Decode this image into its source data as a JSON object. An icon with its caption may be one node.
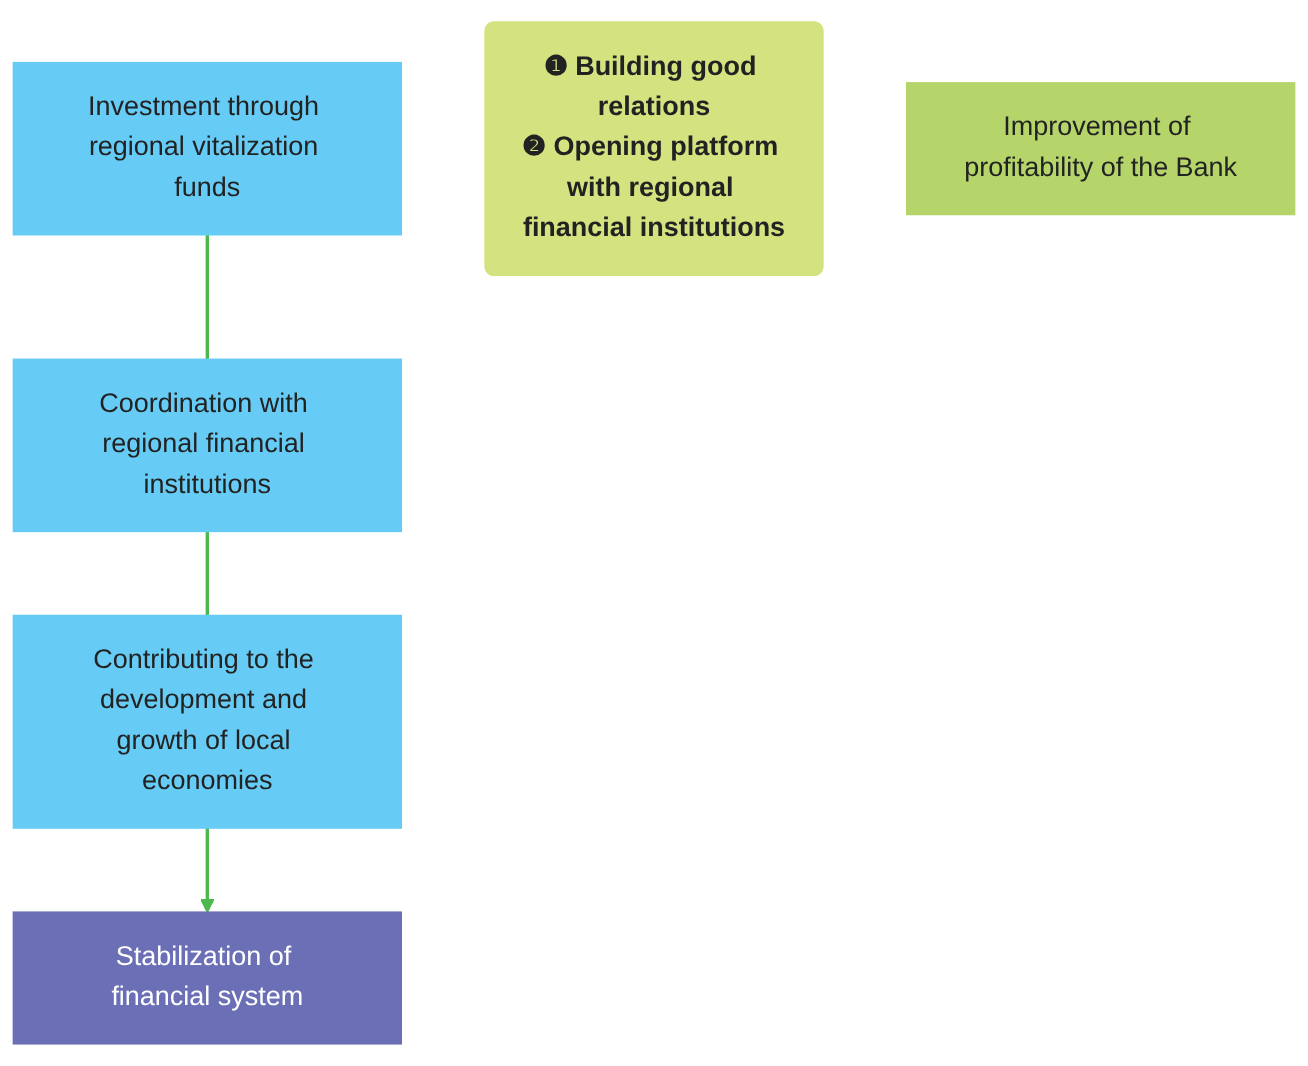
{
  "diagram": {
    "nodes": [
      {
        "text": [
          "Coordination with regional financial institutions"
        ]
      },
      {
        "text": [
          "Investment through regional vitalization funds"
        ]
      },
      {
        "text": [
          "❶ Building good relations",
          "❷ Opening platform with regional financial institutions"
        ]
      },
      {
        "text": [
          "Contributing to the development and growth of local economies"
        ]
      },
      {
        "text": [
          "Stabilization of financial system"
        ]
      },
      {
        "text": [
          "Improvement of profitability of the Bank"
        ]
      }
    ],
    "edges": [
      {
        "from": 1,
        "to": 0,
        "arrow": "none"
      },
      {
        "from": 0,
        "to": 3,
        "arrow": "none"
      },
      {
        "from": 3,
        "to": 4,
        "arrow": "to"
      }
    ]
  }
}
